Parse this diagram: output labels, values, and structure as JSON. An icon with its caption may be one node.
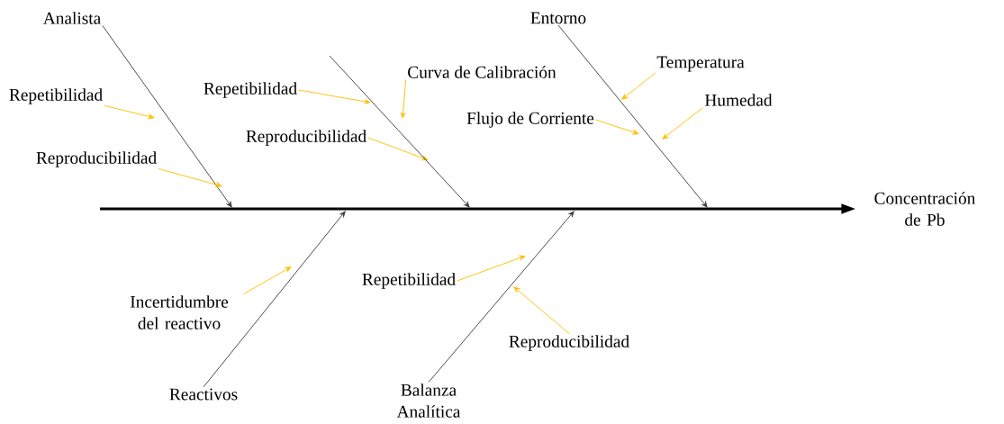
{
  "diagram": {
    "nodes": [
      {
        "text": [
          "Analista"
        ]
      },
      {
        "text": [
          "Repetibilidad"
        ]
      },
      {
        "text": [
          "Reproducibilidad"
        ]
      },
      {
        "text": [
          "Repetibilidad"
        ]
      },
      {
        "text": [
          "Curva de Calibración"
        ]
      },
      {
        "text": [
          "Reproducibilidad"
        ]
      },
      {
        "text": [
          "Entorno"
        ]
      },
      {
        "text": [
          "Temperatura"
        ]
      },
      {
        "text": [
          "Humedad"
        ]
      },
      {
        "text": [
          "Flujo de Corriente"
        ]
      },
      {
        "text": [
          "Concentración de Pb"
        ]
      },
      {
        "text": [
          "Incertidumbre del reactivo"
        ]
      },
      {
        "text": [
          "Reactivos"
        ]
      },
      {
        "text": [
          "Repetibilidad"
        ]
      },
      {
        "text": [
          "Reproducibilidad"
        ]
      },
      {
        "text": [
          "Balanza Analítica"
        ]
      }
    ],
    "edges": [
      {
        "from": null,
        "to": 10,
        "arrow": "to",
        "style": "thick",
        "color": "#000000"
      },
      {
        "from": 0,
        "to": null,
        "arrow": "to",
        "color": "#404040"
      },
      {
        "from": 6,
        "to": null,
        "arrow": "to",
        "color": "#404040"
      },
      {
        "from": 12,
        "to": null,
        "arrow": "to",
        "color": "#404040"
      },
      {
        "from": 15,
        "to": null,
        "arrow": "to",
        "color": "#404040"
      },
      {
        "from": 1,
        "to": null,
        "arrow": "to"
      },
      {
        "from": 2,
        "to": null,
        "arrow": "to"
      },
      {
        "from": 3,
        "to": null,
        "arrow": "to"
      },
      {
        "from": 4,
        "to": null,
        "arrow": "to"
      },
      {
        "from": 5,
        "to": null,
        "arrow": "to"
      },
      {
        "from": 7,
        "to": null,
        "arrow": "to"
      },
      {
        "from": 8,
        "to": null,
        "arrow": "to"
      },
      {
        "from": 9,
        "to": null,
        "arrow": "to"
      },
      {
        "from": 11,
        "to": null,
        "arrow": "to"
      },
      {
        "from": 13,
        "to": null,
        "arrow": "to"
      },
      {
        "from": 14,
        "to": null,
        "arrow": "to"
      }
    ]
  }
}
